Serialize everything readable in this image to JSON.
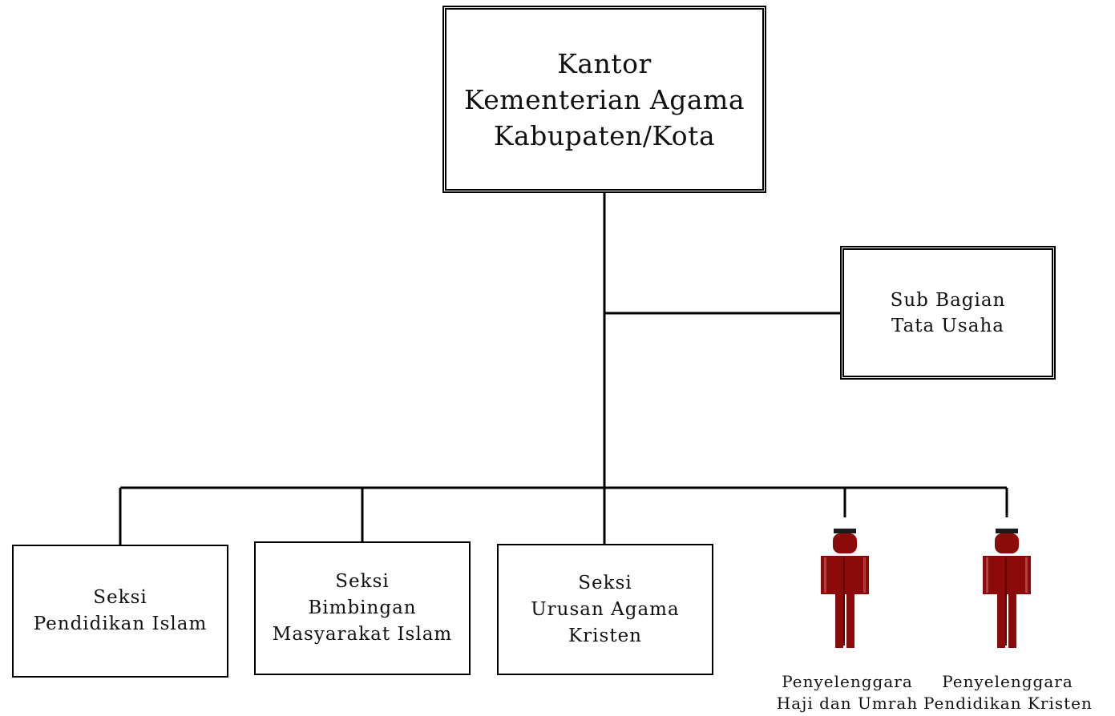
{
  "main": {
    "line1": "Kantor",
    "line2": "Kementerian Agama",
    "line3": "Kabupaten/Kota"
  },
  "sub_bagian": {
    "line1": "Sub Bagian",
    "line2": "Tata Usaha"
  },
  "sections": [
    {
      "lines": [
        "Seksi",
        "Pendidikan Islam"
      ]
    },
    {
      "lines": [
        "Seksi",
        "Bimbingan",
        "Masyarakat Islam"
      ]
    },
    {
      "lines": [
        "Seksi",
        "Urusan Agama",
        "Kristen"
      ]
    }
  ],
  "officials": [
    {
      "icon": "person-icon",
      "lines": [
        "Penyelenggara",
        "Haji dan Umrah"
      ]
    },
    {
      "icon": "person-icon",
      "lines": [
        "Penyelenggara",
        "Pendidikan Kristen"
      ]
    }
  ],
  "colors": {
    "line": "#000000",
    "person_body": "#8b0a0a",
    "person_hair": "#1a1a1a"
  }
}
